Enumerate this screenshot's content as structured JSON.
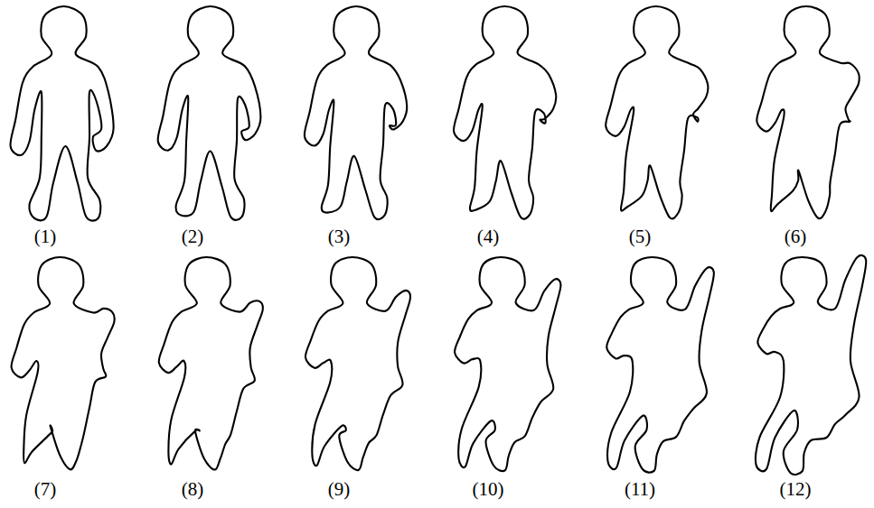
{
  "diagram": {
    "labels": [
      "(1)",
      "(2)",
      "(3)",
      "(4)",
      "(5)",
      "(6)",
      "(7)",
      "(8)",
      "(9)",
      "(10)",
      "(11)",
      "(12)"
    ]
  }
}
